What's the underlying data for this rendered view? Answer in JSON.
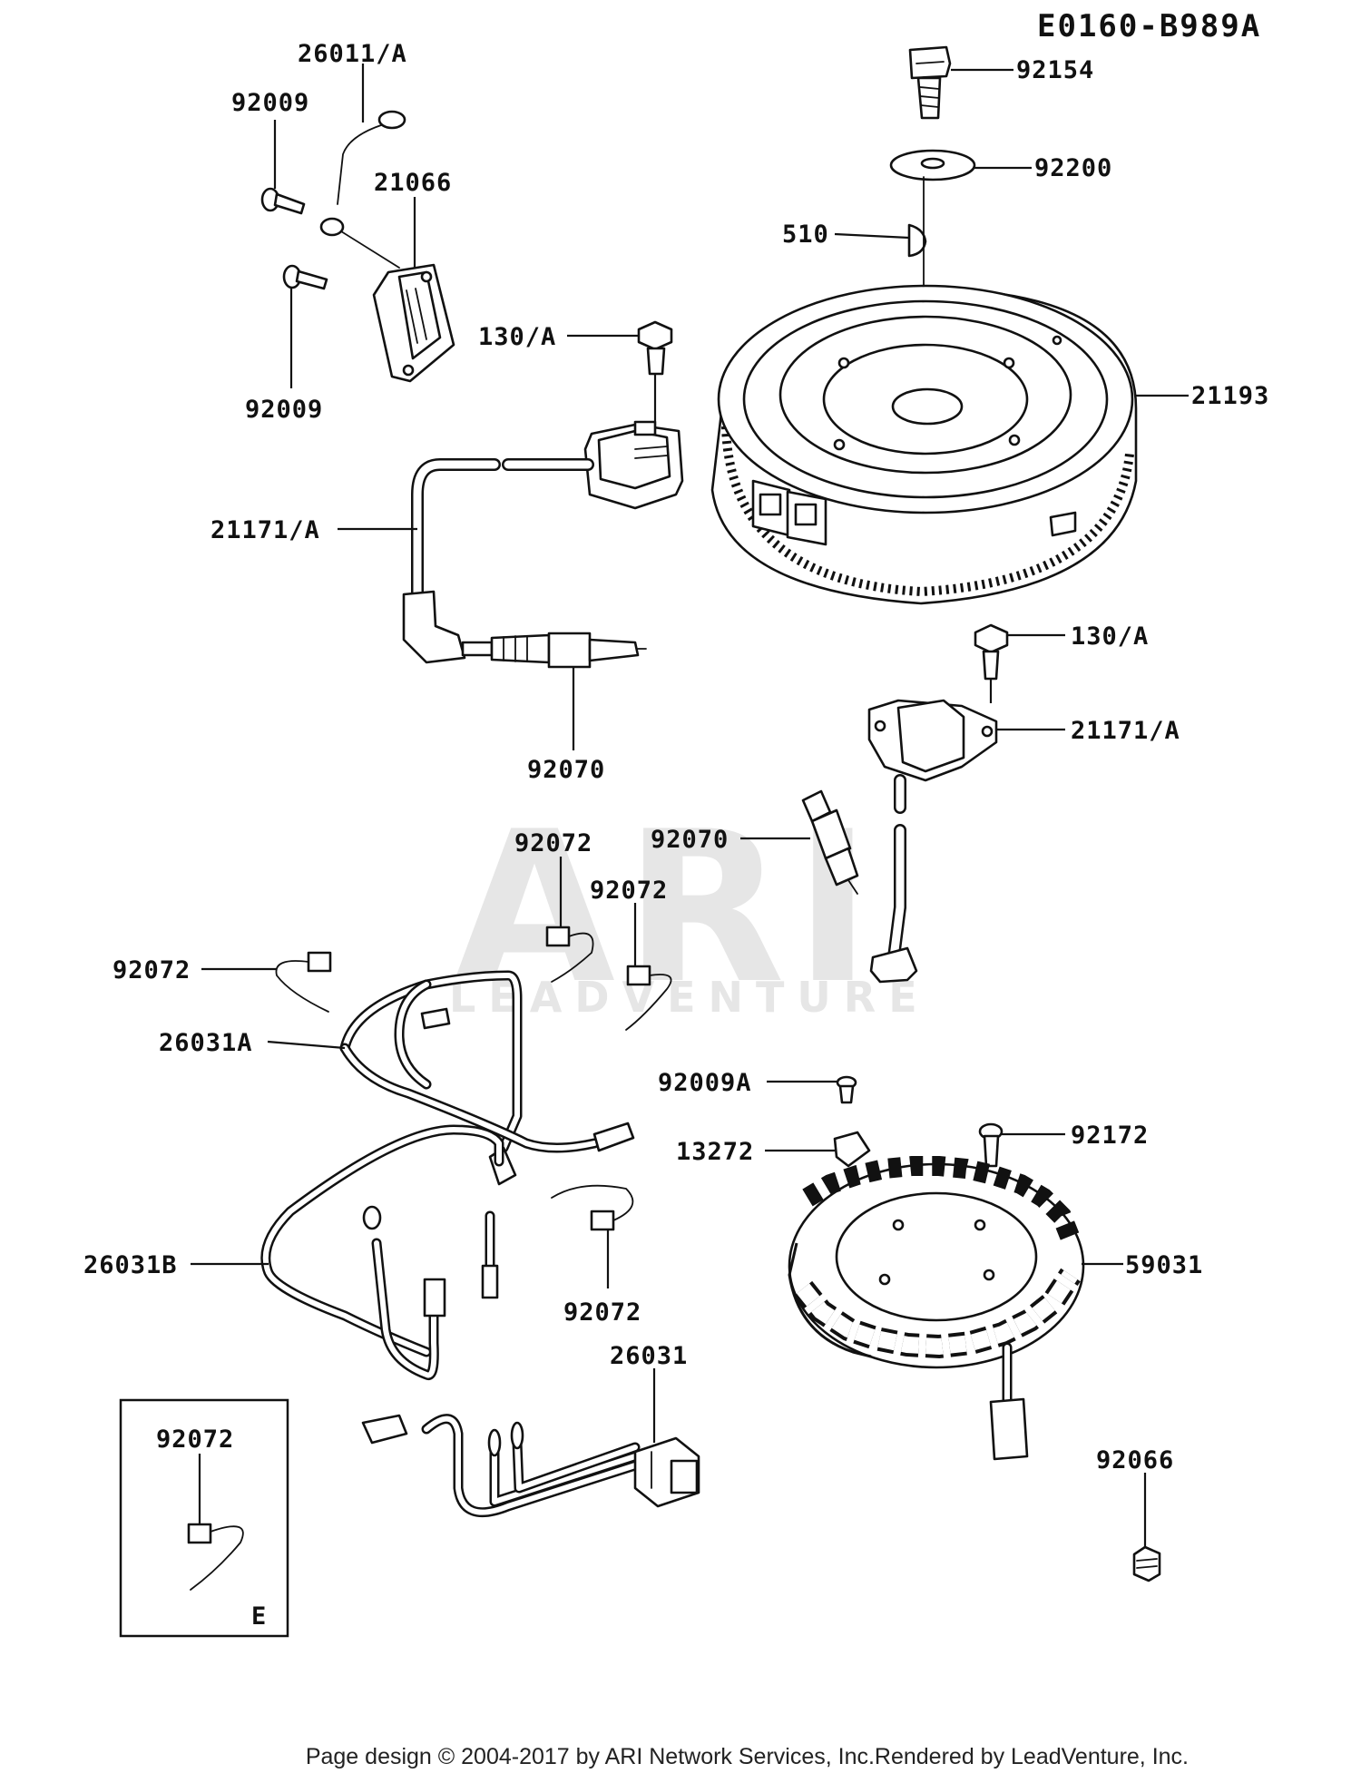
{
  "diagram_code": "E0160-B989A",
  "watermark": {
    "logo": "ARI",
    "tagline": "LEADVENTURE"
  },
  "labels": {
    "p92154": "92154",
    "p92200": "92200",
    "p510": "510",
    "p21193": "21193",
    "p130a_top": "130/A",
    "p130a_right": "130/A",
    "p21171a_left": "21171/A",
    "p21171a_right": "21171/A",
    "p92070_left": "92070",
    "p92070_right": "92070",
    "p26011a": "26011/A",
    "p92009_top": "92009",
    "p92009_bottom": "92009",
    "p21066": "21066",
    "p92072_a": "92072",
    "p92072_b": "92072",
    "p92072_c": "92072",
    "p92072_d": "92072",
    "p92072_e": "92072",
    "p26031a": "26031A",
    "p26031b": "26031B",
    "p26031": "26031",
    "p92009a": "92009A",
    "p13272": "13272",
    "p92172": "92172",
    "p59031": "59031",
    "p92066": "92066",
    "inset_tag": "E"
  },
  "footer": "Page design © 2004-2017 by ARI Network Services, Inc.Rendered by LeadVenture, Inc."
}
